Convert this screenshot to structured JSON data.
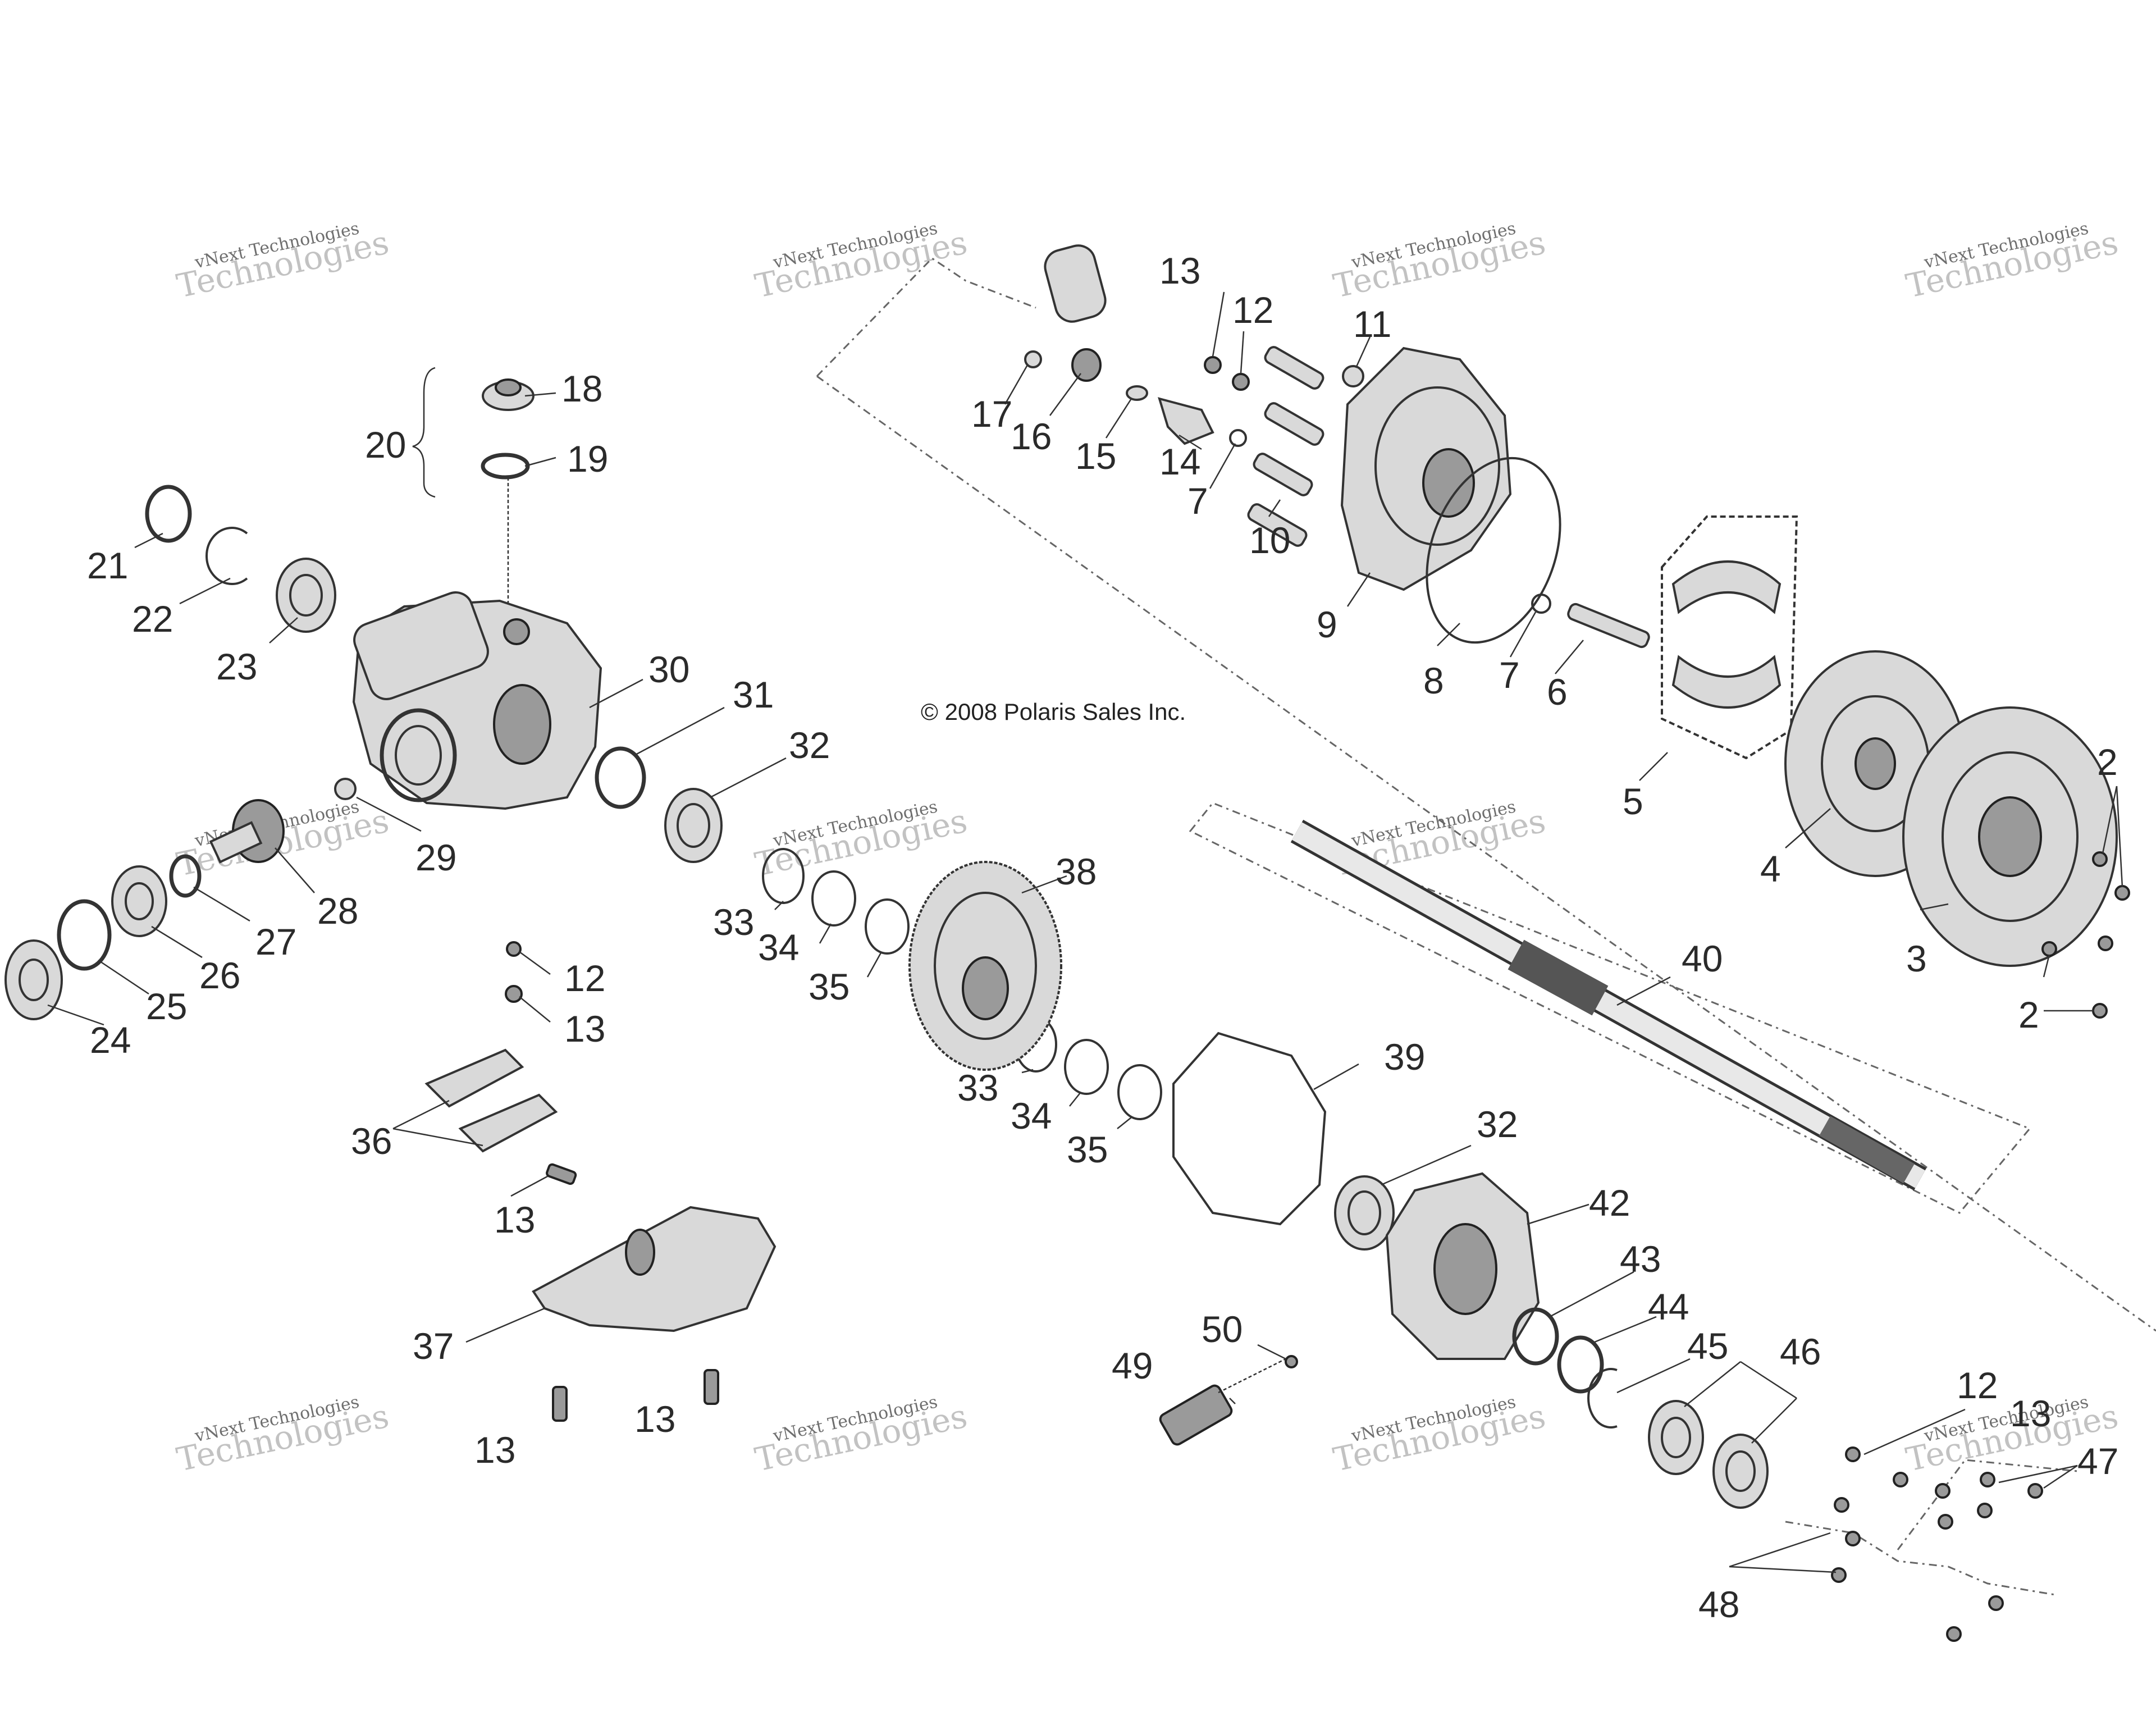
{
  "copyright": "© 2008 Polaris Sales Inc.",
  "watermark": {
    "line1": "vNext Technologies",
    "line2": "vNext",
    "line3": "Technologies"
  },
  "callouts": {
    "c2a": "2",
    "c2b": "2",
    "c3": "3",
    "c4": "4",
    "c5": "5",
    "c6": "6",
    "c7a": "7",
    "c7b": "7",
    "c8": "8",
    "c9": "9",
    "c10": "10",
    "c11": "11",
    "c12a": "12",
    "c12b": "12",
    "c12c": "12",
    "c13a": "13",
    "c13b": "13",
    "c13c": "13",
    "c13d": "13",
    "c13e": "13",
    "c13f": "13",
    "c14": "14",
    "c15": "15",
    "c16": "16",
    "c17": "17",
    "c18": "18",
    "c19": "19",
    "c20": "20",
    "c21": "21",
    "c22": "22",
    "c23": "23",
    "c24": "24",
    "c25": "25",
    "c26": "26",
    "c27": "27",
    "c28": "28",
    "c29": "29",
    "c30": "30",
    "c31": "31",
    "c32a": "32",
    "c32b": "32",
    "c33a": "33",
    "c33b": "33",
    "c34a": "34",
    "c34b": "34",
    "c35a": "35",
    "c35b": "35",
    "c36": "36",
    "c37": "37",
    "c38": "38",
    "c39": "39",
    "c40": "40",
    "c42": "42",
    "c43": "43",
    "c44": "44",
    "c45": "45",
    "c46": "46",
    "c47": "47",
    "c48": "48",
    "c49": "49",
    "c50": "50"
  }
}
